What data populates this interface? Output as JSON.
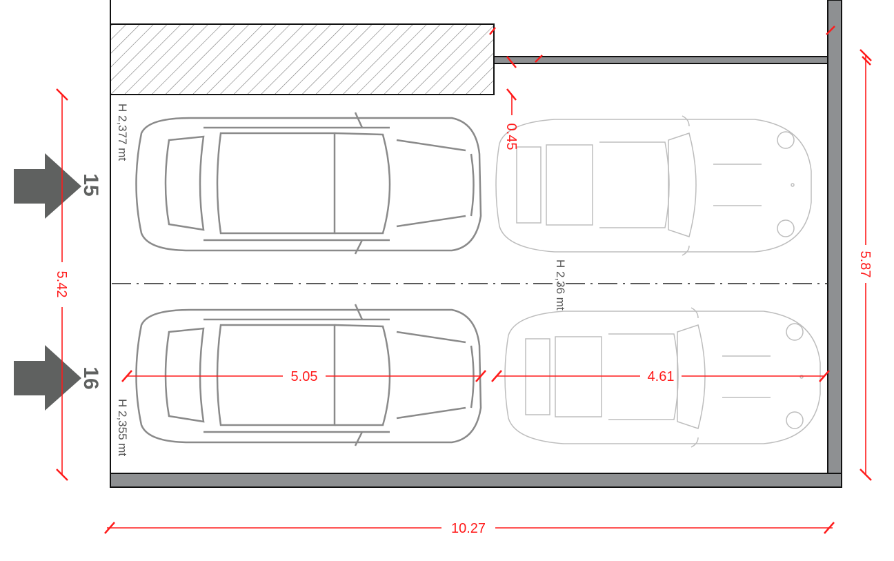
{
  "plan": {
    "spaces": [
      {
        "number": "15",
        "height_label": "H 2,377 mt"
      },
      {
        "number": "16",
        "height_label": "H 2,355 mt"
      }
    ],
    "center_height_label": "H 2,36 mt",
    "dimensions": {
      "left_depth": "5.42",
      "right_depth": "5.87",
      "total_width": "10.27",
      "car1_length": "5.05",
      "car2_length": "4.61",
      "gap": "0.45"
    },
    "colors": {
      "dimension": "#ff1a1a",
      "wall": "#8e9092",
      "arrow": "#5f6160",
      "car_outline": "#8a8a8a"
    }
  }
}
